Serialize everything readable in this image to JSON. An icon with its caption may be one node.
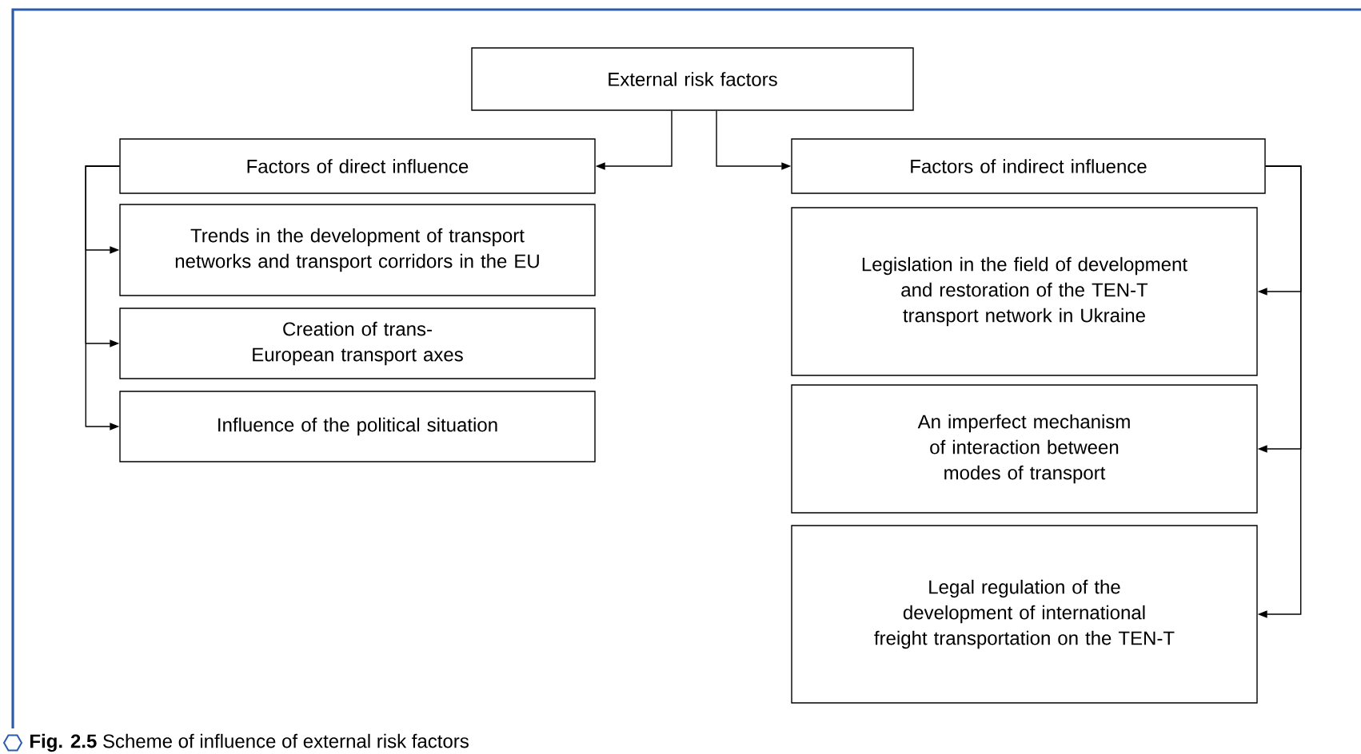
{
  "diagram": {
    "caption": "**Fig. 2.5** Scheme of influence of external risk factors",
    "nodes": [
      {
        "text": [
          "External risk factors"
        ]
      },
      {
        "text": [
          "Factors of direct influence"
        ]
      },
      {
        "text": [
          "Trends in the development of transport networks and transport corridors in the EU"
        ]
      },
      {
        "text": [
          "Creation of trans-European transport axes"
        ]
      },
      {
        "text": [
          "Influence of the political situation"
        ]
      },
      {
        "text": [
          "Factors of indirect influence"
        ]
      },
      {
        "text": [
          "Legislation in the field of development and restoration of the TEN-T transport network in Ukraine"
        ]
      },
      {
        "text": [
          "An imperfect mechanism of interaction between modes of transport"
        ]
      },
      {
        "text": [
          "Legal regulation of the development of international freight transportation on the TEN-T"
        ]
      }
    ],
    "edges": [
      {
        "from": 0,
        "to": 1,
        "arrow": "to"
      },
      {
        "from": 0,
        "to": 5,
        "arrow": "to"
      },
      {
        "from": 1,
        "to": 2,
        "arrow": "to"
      },
      {
        "from": 1,
        "to": 3,
        "arrow": "to"
      },
      {
        "from": 1,
        "to": 4,
        "arrow": "to"
      },
      {
        "from": 5,
        "to": 6,
        "arrow": "to"
      },
      {
        "from": 5,
        "to": 7,
        "arrow": "to"
      },
      {
        "from": 5,
        "to": 8,
        "arrow": "to"
      }
    ]
  }
}
